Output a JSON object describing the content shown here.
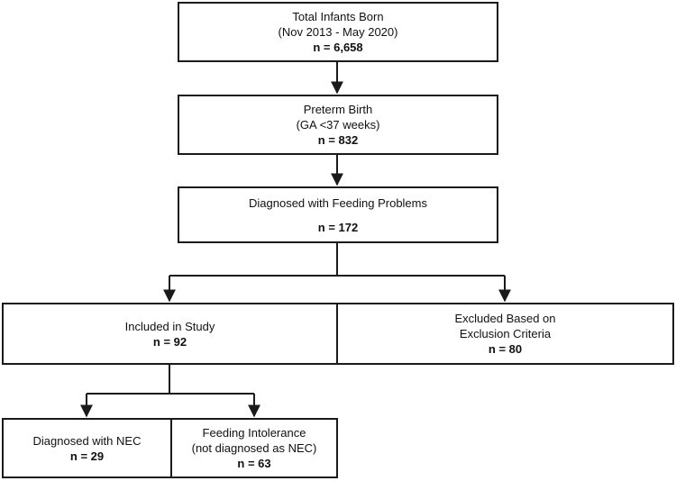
{
  "nodes": {
    "total": {
      "line1": "Total Infants Born",
      "line2": "(Nov 2013 - May 2020)",
      "count": "n = 6,658"
    },
    "preterm": {
      "line1": "Preterm Birth",
      "line2": "(GA <37 weeks)",
      "count": "n = 832"
    },
    "feeding": {
      "line1": "Diagnosed with Feeding Problems",
      "count": "n = 172"
    },
    "included": {
      "line1": "Included in Study",
      "count": "n = 92"
    },
    "excluded": {
      "line1": "Excluded Based on",
      "line2": "Exclusion Criteria",
      "count": "n = 80"
    },
    "nec": {
      "line1": "Diagnosed with NEC",
      "count": "n = 29"
    },
    "intolerance": {
      "line1": "Feeding Intolerance",
      "line2": "(not diagnosed as NEC)",
      "count": "n = 63"
    }
  }
}
